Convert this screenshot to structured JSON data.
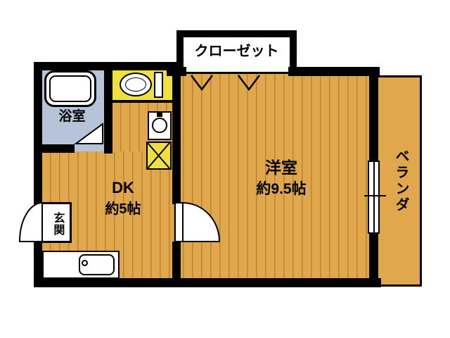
{
  "meta": {
    "type": "apartment-floorplan"
  },
  "rooms": {
    "closet": {
      "label": "クローゼット"
    },
    "bathroom": {
      "label": "浴室"
    },
    "western_room": {
      "label": "洋室",
      "size": "約9.5帖"
    },
    "dining_kitchen": {
      "label": "DK",
      "size": "約5帖"
    },
    "entrance": {
      "label": "玄関"
    },
    "veranda": {
      "label": "ベランダ"
    }
  },
  "fixtures": {
    "bathtub": "bathtub",
    "toilet": "toilet",
    "washbasin": "washbasin",
    "washer_space": "washer-space",
    "kitchen_counter": "kitchen-counter",
    "kitchen_sink": "kitchen-sink",
    "window": "sliding-window",
    "doors": [
      "entrance-door",
      "room-door",
      "bath-door",
      "closet-doors"
    ]
  },
  "colors": {
    "flooring": "#E1A74D",
    "flooring_line": "#B8862E",
    "bathroom": "#B7C3D9",
    "accent_yellow": "#F0E03C",
    "wall": "#000000",
    "bg": "#FFFFFF"
  }
}
